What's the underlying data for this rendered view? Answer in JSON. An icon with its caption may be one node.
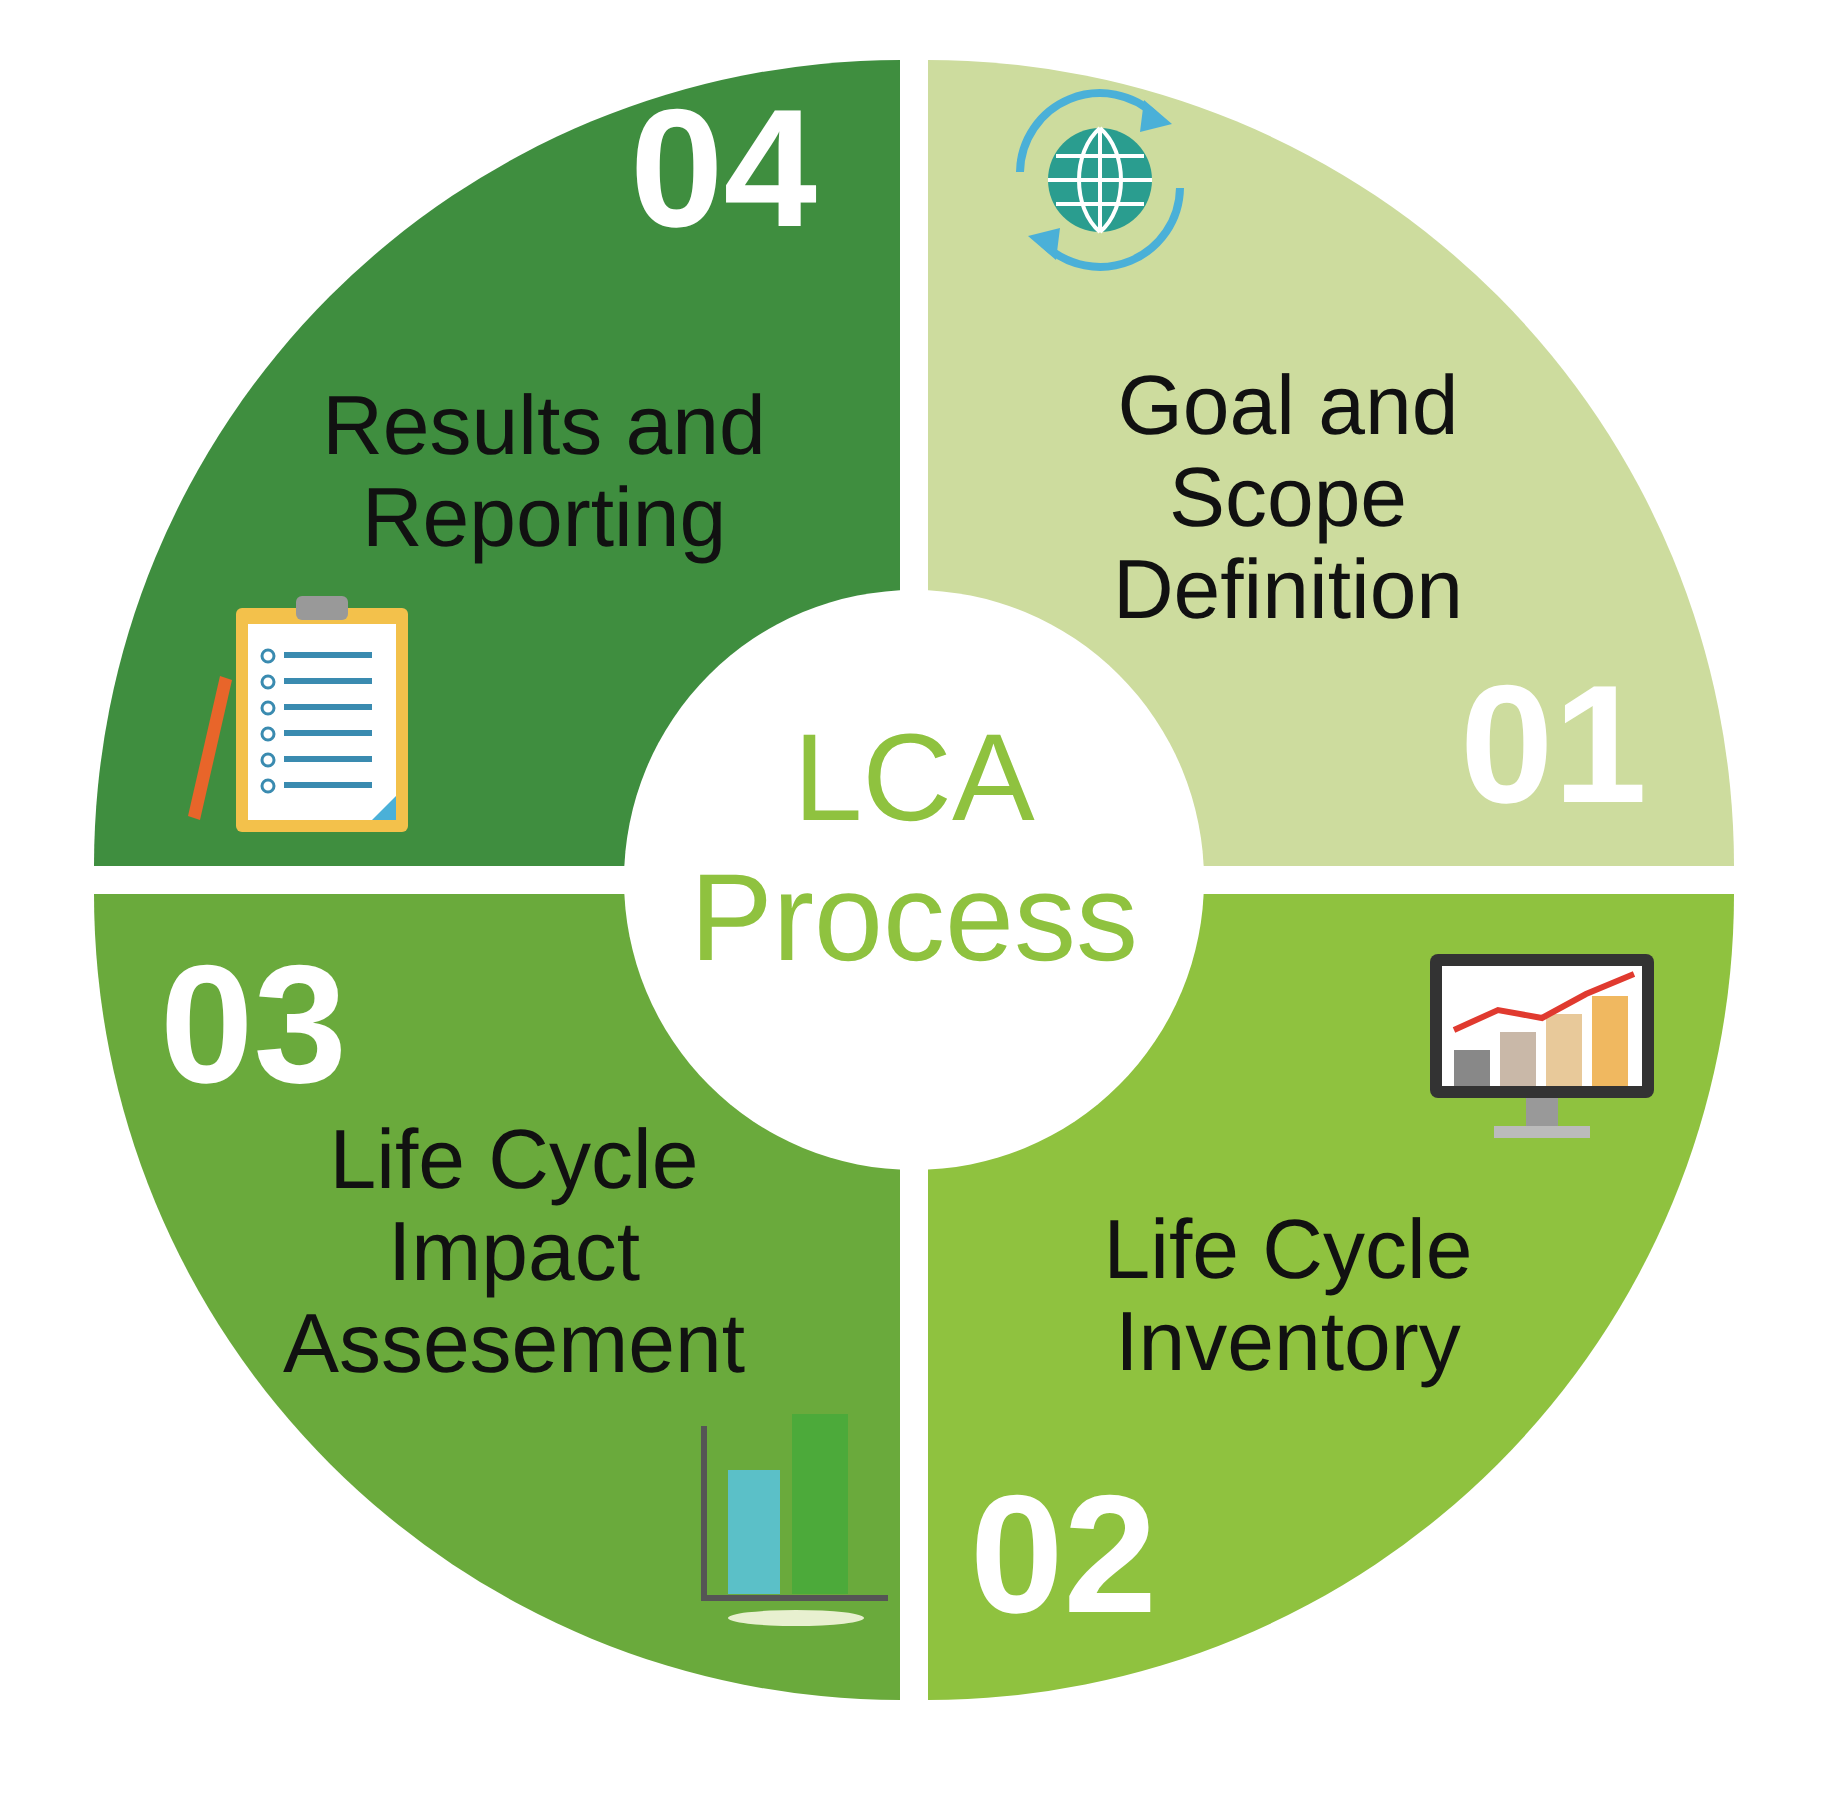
{
  "diagram": {
    "nodes": [
      {
        "text": [
          "04",
          "Results and Reporting"
        ]
      },
      {
        "text": [
          "Goal and Scope Definition",
          "01"
        ]
      },
      {
        "text": [
          "LCA Process"
        ]
      },
      {
        "text": [
          "03",
          "Life Cycle Impact Assesement"
        ]
      },
      {
        "text": [
          "Life Cycle Inventory",
          "02"
        ]
      }
    ]
  }
}
